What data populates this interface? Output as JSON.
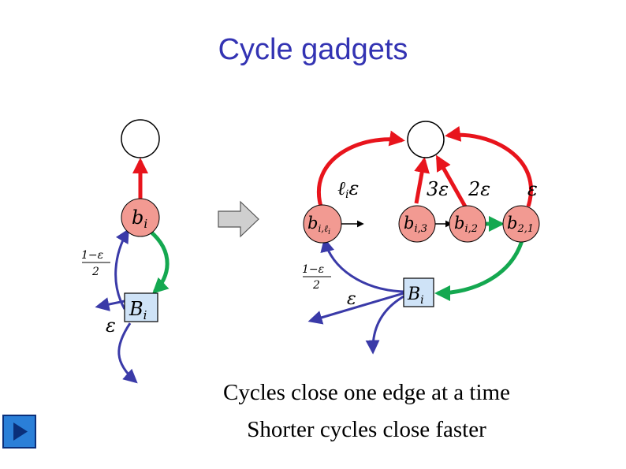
{
  "slide": {
    "title": "Cycle gadgets",
    "caption_lines": [
      "Cycles close one edge at a time",
      "Shorter cycles close faster"
    ]
  },
  "left_gadget": {
    "node_b": "b",
    "node_b_sub": "i",
    "node_B": "B",
    "node_B_sub": "i",
    "frac_num": "1−ε",
    "frac_den": "2",
    "eps": "ε"
  },
  "right_gadget": {
    "n1": "b",
    "n1_sub": "i,ℓ",
    "n1_subsub": "i",
    "n2": "b",
    "n2_sub": "i,3",
    "n3": "b",
    "n3_sub": "i,2",
    "n4": "b",
    "n4_sub": "2,1",
    "nB": "B",
    "nB_sub": "i",
    "w1": "ℓ",
    "w1_sub": "i",
    "w1_eps": "ε",
    "w2": "3ε",
    "w3": "2ε",
    "w4": "ε",
    "frac_num": "1−ε",
    "frac_den": "2",
    "eps": "ε"
  },
  "colors": {
    "title": "#3333b3",
    "red_edge": "#e8141c",
    "green_edge": "#14a850",
    "blue_edge": "#3a3aa8",
    "node_fill": "#f29a92",
    "box_fill": "#cfe3f7"
  },
  "icons": [
    "right-arrow-icon",
    "play-icon"
  ]
}
